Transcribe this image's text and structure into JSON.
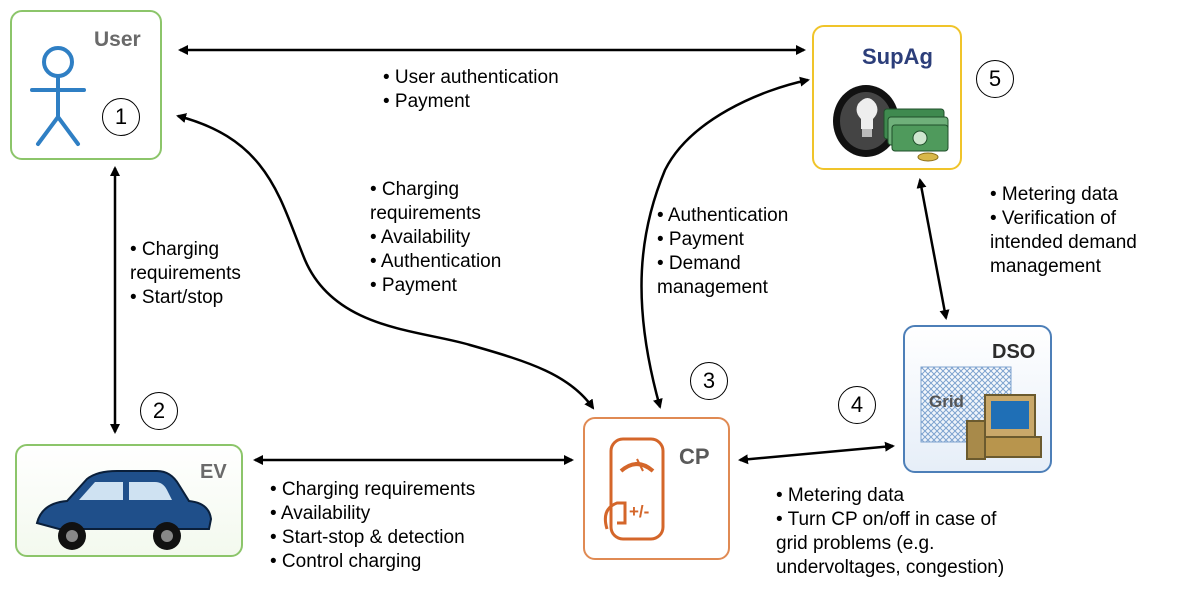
{
  "nodes": {
    "user": {
      "title": "User",
      "number": "1"
    },
    "ev": {
      "title": "EV",
      "number": "2"
    },
    "cp": {
      "title": "CP",
      "number": "3",
      "icon_text": "+/-"
    },
    "dso": {
      "title": "DSO",
      "number": "4",
      "icon_text": "Grid"
    },
    "supag": {
      "title": "SupAg",
      "number": "5"
    }
  },
  "links": {
    "user_supag": [
      "• User authentication",
      "• Payment"
    ],
    "user_ev": [
      "• Charging",
      "requirements",
      "• Start/stop"
    ],
    "user_cp": [
      "• Charging",
      "requirements",
      "• Availability",
      "• Authentication",
      "• Payment"
    ],
    "cp_supag": [
      "• Authentication",
      "• Payment",
      "• Demand",
      "management"
    ],
    "supag_dso": [
      "•  Metering data",
      "• Verification of",
      "intended demand",
      "management"
    ],
    "ev_cp": [
      "• Charging requirements",
      "• Availability",
      "• Start-stop & detection",
      "• Control charging"
    ],
    "cp_dso": [
      "• Metering data",
      "• Turn CP on/off in case of",
      "grid problems (e.g.",
      "undervoltages, congestion)"
    ]
  },
  "colors": {
    "green": "#8cc56a",
    "gold": "#f0c42a",
    "orange": "#e08a53",
    "blue": "#4d7fb8",
    "icon_blue": "#2f7fc4"
  }
}
